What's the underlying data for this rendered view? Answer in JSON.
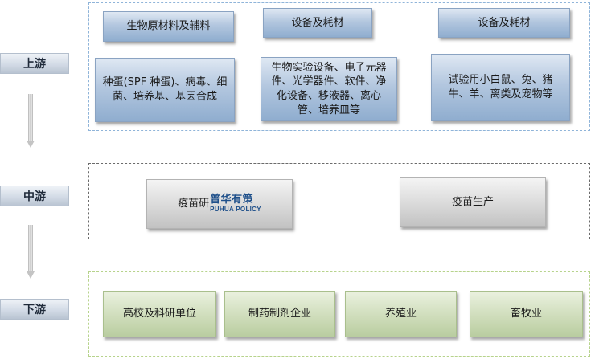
{
  "stages": {
    "upstream": "上游",
    "midstream": "中游",
    "downstream": "下游"
  },
  "upstream": {
    "categories": [
      "生物原材料及辅料",
      "设备及耗材",
      "设备及耗材"
    ],
    "details": [
      "种蛋(SPF 种蛋)、病毒、细菌、培养基、基因合成",
      "生物实验设备、电子元器件、光学器件、软件、净化设备、移液器、离心管、培养皿等",
      "试验用小白鼠、兔、猪牛、羊、离类及宠物等"
    ]
  },
  "midstream": {
    "rnd_prefix": "疫苗研",
    "logo_cn": "普华有策",
    "logo_en": "PUHUA POLICY",
    "production": "疫苗生产"
  },
  "downstream": {
    "items": [
      "高校及科研单位",
      "制药制剂企业",
      "养殖业",
      "畜牧业"
    ]
  }
}
